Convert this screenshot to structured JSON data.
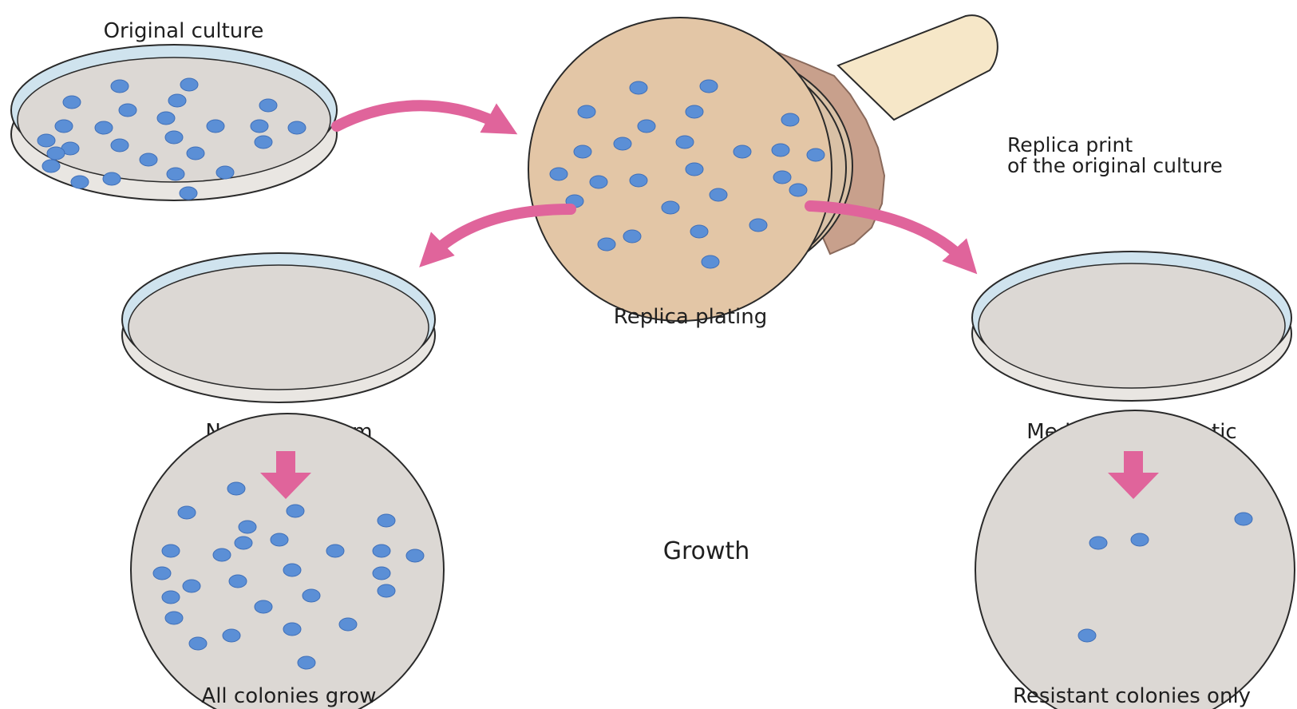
{
  "labels": {
    "original_culture": "Original culture",
    "replica_print_line1": "Replica print",
    "replica_print_line2": "of the original culture",
    "replica_plating": "Replica plating",
    "normal_medium": "Normal medium",
    "medium_antibiotic": "Medium + antibiotic",
    "growth": "Growth",
    "all_colonies_grow": "All colonies grow",
    "resistant_colonies_only": "Resistant colonies only"
  },
  "colors": {
    "arrow": "#e0649b",
    "colony": "#5b8fd6",
    "colony_stroke": "#3f6fb8",
    "agar": "#dcd8d4",
    "dish_rim": "#cfe3ee",
    "outline": "#2a2a2a",
    "velvet": "#e3c6a6",
    "velvet_edge": "#a08070",
    "handle": "#f6e7c8"
  },
  "icons": {
    "dish": "petri-dish-icon",
    "stamp": "velvet-stamp-icon",
    "arrow": "curved-arrow-icon"
  }
}
